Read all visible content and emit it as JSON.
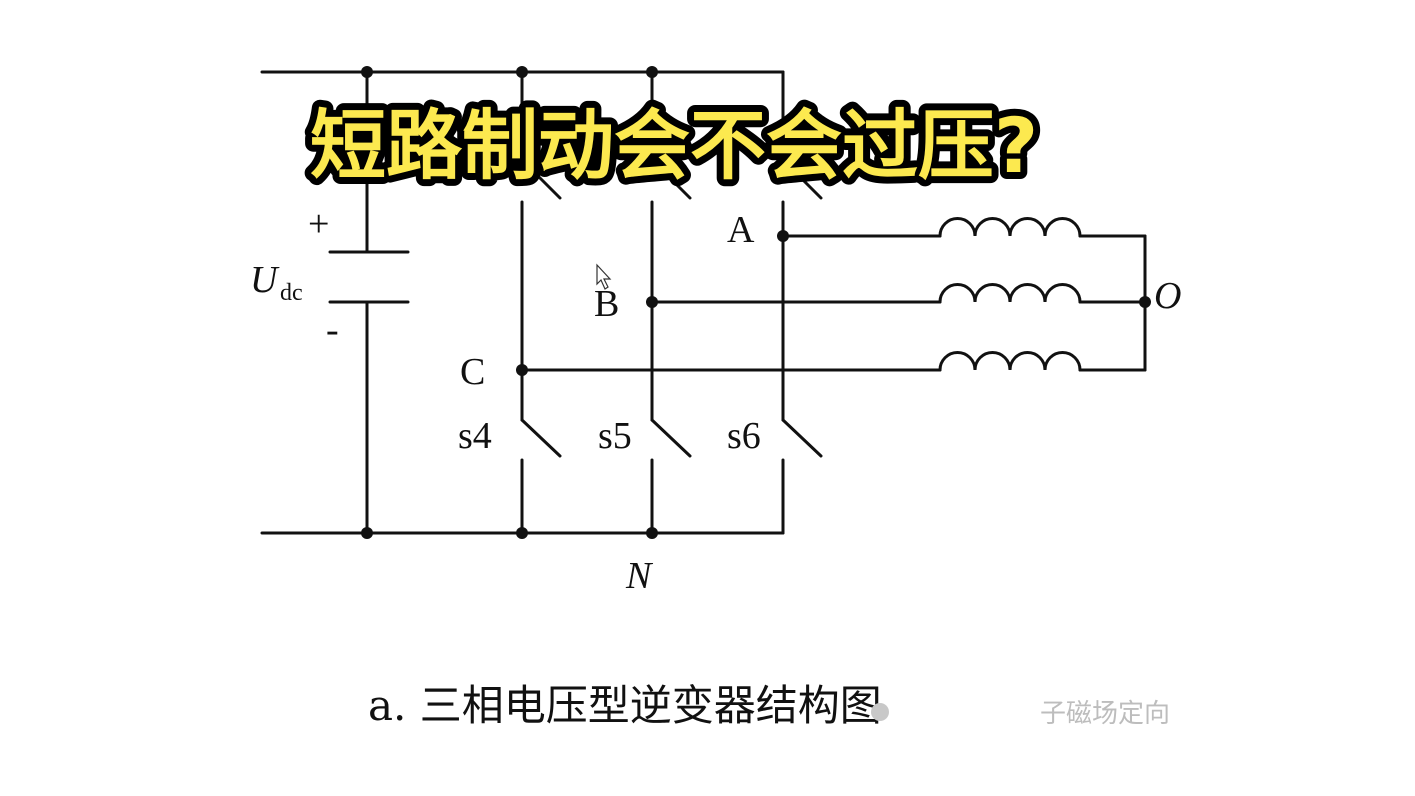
{
  "overlay_title": "短路制动会不会过压?",
  "diagram": {
    "dc_label_main": "U",
    "dc_label_sub": "dc",
    "plus_sign": "+",
    "minus_sign": "-",
    "node_a": "A",
    "node_b": "B",
    "node_c": "C",
    "node_o": "O",
    "node_n": "N",
    "switch_s4": "s4",
    "switch_s5": "s5",
    "switch_s6": "s6",
    "caption": "a. 三相电压型逆变器结构图"
  },
  "watermark": "子磁场定向",
  "colors": {
    "overlay_fill": "#fce94f",
    "overlay_stroke": "#000000",
    "line": "#111111"
  }
}
